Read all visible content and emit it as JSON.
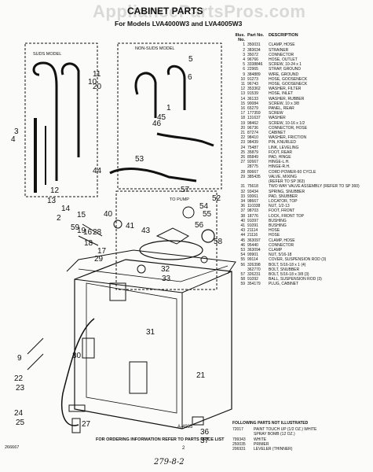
{
  "watermark": "AppliancePartsPros.com",
  "title": "CABINET PARTS",
  "subtitle": "For Models LVA4000W3 and LVA4005W3",
  "table": {
    "col_illus": "Illus. No.",
    "col_part": "Part No.",
    "col_desc": "DESCRIPTION",
    "rows": [
      [
        "1",
        "350031",
        "CLAMP, HOSE"
      ],
      [
        "2",
        "383634",
        "STRAINER"
      ],
      [
        "3",
        "35072",
        "CONNECTOR"
      ],
      [
        "4",
        "96766",
        "HOSE, OUTLET"
      ],
      [
        "5",
        "3338846",
        "SCREW, 10-24 x 1"
      ],
      [
        "6",
        "22965",
        "STRAP, GROUND"
      ],
      [
        "9",
        "384889",
        "WIRE, GROUND"
      ],
      [
        "10",
        "91273",
        "HOSE, GOOSENECK"
      ],
      [
        "11",
        "96743",
        "HOSE, GOOSENECK"
      ],
      [
        "12",
        "353362",
        "WASHER, FILTER"
      ],
      [
        "13",
        "91539",
        "HOSE, INLET"
      ],
      [
        "14",
        "36133",
        "WASHER, RUBBER"
      ],
      [
        "15",
        "90084",
        "SCREW, 10 x 3/8"
      ],
      [
        "16",
        "65279",
        "PANEL, REAR"
      ],
      [
        "17",
        "177359",
        "SCREW"
      ],
      [
        "18",
        "131637",
        "WASHER"
      ],
      [
        "19",
        "98462",
        "SCREW, 10-16 x 1/2"
      ],
      [
        "20",
        "96736",
        "CONNECTOR, HOSE"
      ],
      [
        "21",
        "87274",
        "CABINET"
      ],
      [
        "22",
        "98410",
        "WASHER, FRICTION"
      ],
      [
        "23",
        "98439",
        "PIN, KNURLED"
      ],
      [
        "24",
        "75487",
        "LINK, LEVELING"
      ],
      [
        "25",
        "35879",
        "FOOT, REAR"
      ],
      [
        "26",
        "85849",
        "PAD, HINGE"
      ],
      [
        "27",
        "92667",
        "HINGE-L.H."
      ],
      [
        "",
        "28775",
        "HINGE-R.H."
      ],
      [
        "28",
        "80667",
        "CORD POWER-60 CYCLE"
      ],
      [
        "29",
        "385435",
        "VALVE, MIXING"
      ],
      [
        "",
        "",
        "(REFER TO SP 363)"
      ],
      [
        "31",
        "75618",
        "TWO WAY VALVE ASSEMBLY (REFER TO SP 360)"
      ],
      [
        "32",
        "93434",
        "SPRING, SNUBBER"
      ],
      [
        "33",
        "93061",
        "PAD, SNUBBER"
      ],
      [
        "34",
        "98667",
        "LOCATOR, TOP"
      ],
      [
        "36",
        "110338",
        "NUT, 1/2-13"
      ],
      [
        "37",
        "98703",
        "FOOT, FRONT"
      ],
      [
        "38",
        "18776",
        "LOCK, FRONT TOP"
      ],
      [
        "40",
        "91097",
        "BUSHING"
      ],
      [
        "41",
        "91091",
        "BUSHING"
      ],
      [
        "43",
        "21114",
        "HOSE"
      ],
      [
        "44",
        "21116",
        "HOSE"
      ],
      [
        "45",
        "363097",
        "CLAMP, HOSE"
      ],
      [
        "46",
        "95440",
        "CONNECTOR"
      ],
      [
        "53",
        "363094",
        "CLAMP"
      ],
      [
        "54",
        "99901",
        "NUT, 5/16-18"
      ],
      [
        "55",
        "99114",
        "COVER, SUSPENSION ROD (3)"
      ],
      [
        "56",
        "326398",
        "BOLT, 5/16-18 x 1 (4)"
      ],
      [
        "",
        "362770",
        "BOLT, SNUBBER"
      ],
      [
        "57",
        "326231",
        "BOLT, 5/16-18 x 3/8 (3)"
      ],
      [
        "58",
        "91092",
        "BALL, SUSPENSION ROD (3)"
      ],
      [
        "59",
        "354179",
        "PLUG, CABINET"
      ]
    ]
  },
  "following": {
    "heading": "FOLLOWING PARTS NOT ILLUSTRATED",
    "rows": [
      [
        "72017",
        "PAINT TOUCH UP (1/2 OZ.) WHITE"
      ],
      [
        "",
        "SPRAY BOMB (12 OZ.)"
      ],
      [
        "799343",
        "WHITE"
      ],
      [
        "250035",
        "PRIMER"
      ],
      [
        "206931",
        "LEVELER (THINNER)"
      ]
    ]
  },
  "diagram": {
    "suds_model": "SUDS MODEL",
    "non_suds_model": "NON-SUDS MODEL",
    "to_pump": "TO PUMP",
    "callouts": [
      "1",
      "2",
      "3",
      "4",
      "5",
      "6",
      "9",
      "10",
      "11",
      "12",
      "13",
      "14",
      "15",
      "16",
      "17",
      "18",
      "19",
      "20",
      "21",
      "22",
      "23",
      "24",
      "25",
      "27",
      "28",
      "29",
      "30",
      "31",
      "32",
      "33",
      "36",
      "37",
      "40",
      "41",
      "43",
      "44",
      "45",
      "46",
      "52",
      "53",
      "54",
      "55",
      "56",
      "57",
      "58",
      "59"
    ]
  },
  "figure_number": "A-4935",
  "bottom_note": "FOR ORDERING INFORMATION REFER TO PARTS PRICE LIST",
  "page_number": "2",
  "corner_code": "266667",
  "handwritten": "279-8-2"
}
